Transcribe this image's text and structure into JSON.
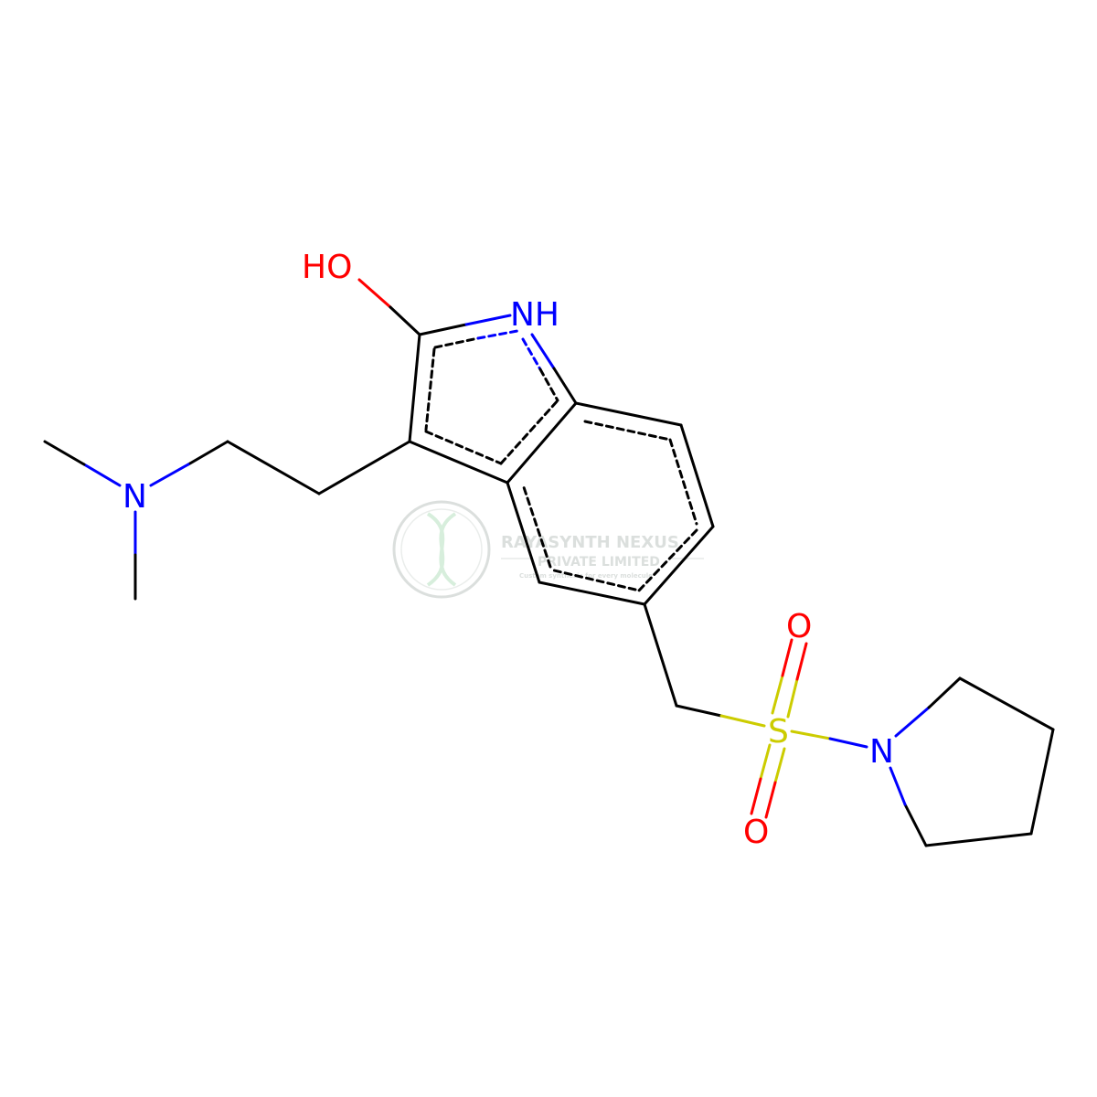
{
  "atoms": {
    "hydroxyl": "HO",
    "indole_nh": "NH",
    "amine_n": "N",
    "sulfur": "S",
    "sulfonyl_o_top": "O",
    "sulfonyl_o_bottom": "O",
    "pyrrolidine_n": "N"
  },
  "colors": {
    "bond": "#000000",
    "nitrogen": "#0000ff",
    "oxygen": "#ff0000",
    "sulfur": "#cccc00",
    "watermark": "#9aa5a0"
  },
  "watermark": {
    "line1": "RAYASYNTH NEXUS",
    "line2": "PRIVATE LIMITED",
    "line3": "Custom synthesis for every molecule"
  }
}
